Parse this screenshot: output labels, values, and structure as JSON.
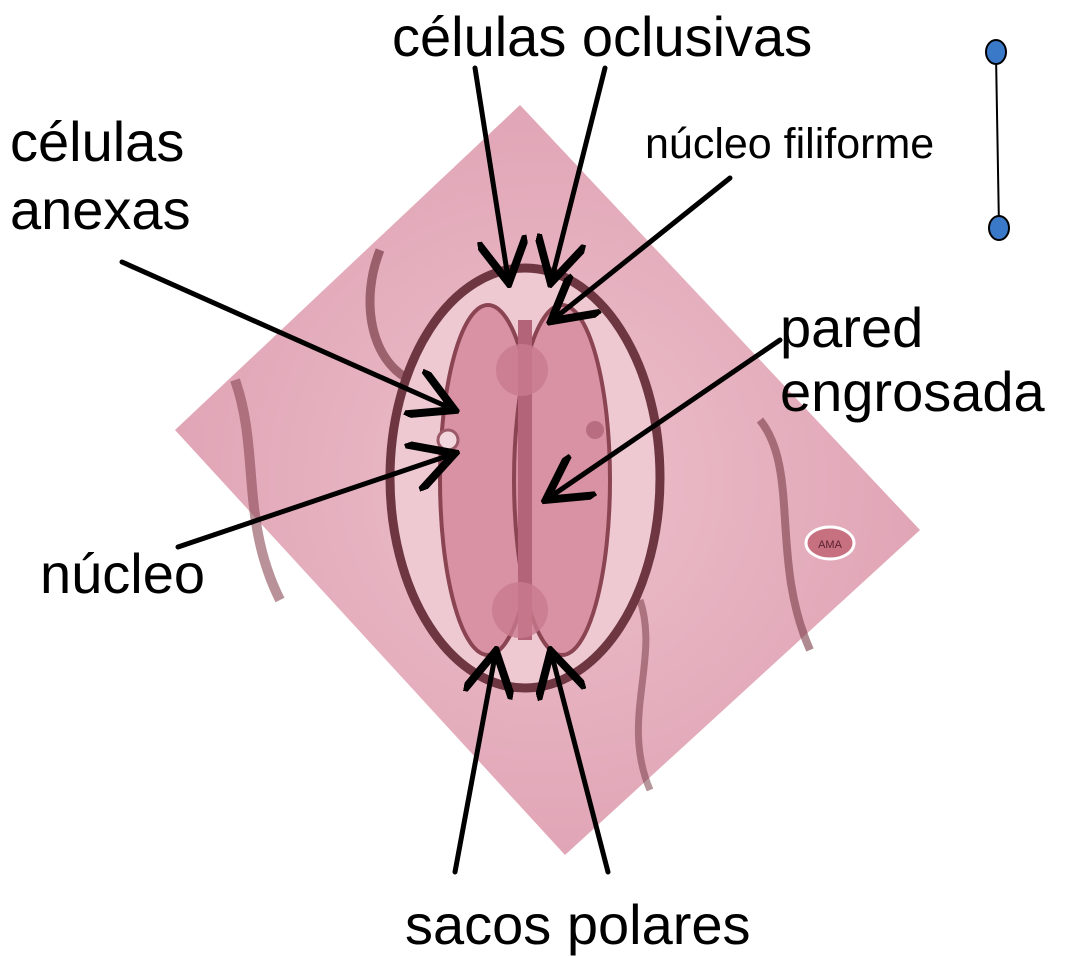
{
  "diagram": {
    "labels": {
      "celulas_oclusivas": "células oclusivas",
      "celulas_anexas": "células\nanexas",
      "nucleo_filiforme": "núcleo filiforme",
      "pared_engrosada": "pared\nengrosada",
      "nucleo": "núcleo",
      "sacos_polares": "sacos polares",
      "watermark": "AMA"
    },
    "colors": {
      "tissue": "#e6a9b8",
      "tissue_dark": "#b86a7d",
      "arrow": "#000000",
      "scale_dot": "#3a78c8"
    }
  }
}
